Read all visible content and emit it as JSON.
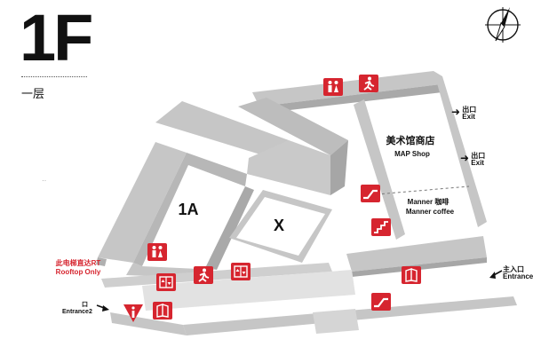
{
  "floor": {
    "number": "1F",
    "name_cn": "一层"
  },
  "rooms": {
    "room_1a": "1A",
    "room_x": "X",
    "shop_cn": "美术馆商店",
    "shop_en": "MAP Shop",
    "coffee_cn": "Manner 咖啡",
    "coffee_en": "Manner coffee"
  },
  "exits": [
    {
      "cn": "出口",
      "en": "Exit"
    },
    {
      "cn": "出口",
      "en": "Exit"
    }
  ],
  "entrances": {
    "main_cn": "主入口",
    "main_en": "Entrance",
    "secondary_cn": "口",
    "secondary_en": "Entrance2"
  },
  "notes": {
    "elevator_cn": "此电梯直达RT",
    "elevator_en": "Rooftop Only"
  },
  "colors": {
    "accent": "#d6252f",
    "wall": "#c6c6c6",
    "wall_dark": "#a8a8a8",
    "floor": "#ffffff"
  },
  "icons": [
    "restroom-icon",
    "emergency-exit-icon",
    "restroom-icon",
    "emergency-exit-icon",
    "elevator-icon",
    "elevator-icon",
    "escalator-icon",
    "stairs-icon",
    "escalator-icon",
    "information-icon",
    "brochure-icon",
    "brochure-icon",
    "compass-icon"
  ]
}
